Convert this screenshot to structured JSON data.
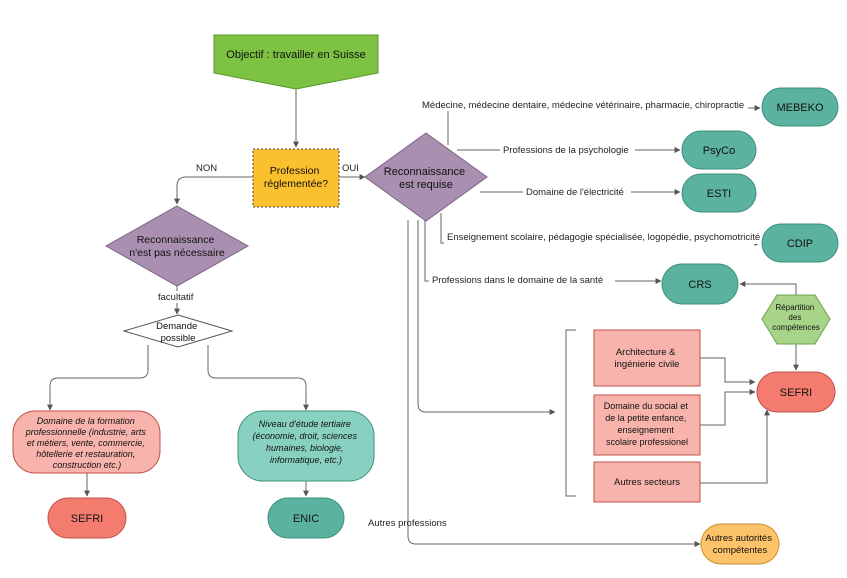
{
  "colors": {
    "green": "#7dc242",
    "yellow": "#fbc02d",
    "purple": "#a98fb0",
    "teal": "#5bb39f",
    "teal_light": "#88d1c1",
    "pink": "#f8b4ac",
    "salmon": "#f47c6f",
    "orange": "#fdc36a",
    "hex_green": "#a8d48a",
    "edge": "#666666"
  },
  "nodes": {
    "start": "Objectif : travailler en Suisse",
    "regulated": [
      "Profession",
      "réglementée?"
    ],
    "not_required": [
      "Reconnaissance",
      "n'est pas nécessaire"
    ],
    "required": [
      "Reconnaissance",
      "est requise"
    ],
    "possible": [
      "Demande",
      "possible"
    ],
    "vocational": [
      "Domaine de la formation",
      "professionnelle (industrie, arts",
      "et métiers, vente, commercie,",
      "hôtellerie et restauration,",
      "construction etc.)"
    ],
    "tertiary": [
      "Niveau d'étude tertiaire",
      "(économie, droit, sciences",
      "humaines, biologie,",
      "informatique, etc.)"
    ],
    "sefri_left": "SEFRI",
    "enic": "ENIC",
    "mebeko": "MEBEKO",
    "psyco": "PsyCo",
    "esti": "ESTI",
    "cdip": "CDIP",
    "crs": "CRS",
    "sefri_right": "SEFRI",
    "repartition": [
      "Répartition",
      "des",
      "compétences"
    ],
    "archi": [
      "Architecture &",
      "ingénierie civile"
    ],
    "social": [
      "Domaine du social et",
      "de la petite enfance,",
      "enseignement",
      "scolaire professionel"
    ],
    "autres_secteurs": "Autres secteurs",
    "autres_autorites": [
      "Autres autorités",
      "compétentes"
    ]
  },
  "edge_labels": {
    "non": "NON",
    "oui": "OUI",
    "facultatif": "facultatif",
    "medecine": "Médecine, médecine dentaire, médecine vétérinaire, pharmacie, chiropractie",
    "psychologie": "Professions de la psychologie",
    "electricite": "Domaine de l'électricité",
    "enseignement": "Enseignement scolaire, pédagogie spécialisée, logopédie, psychomotricité",
    "sante": "Professions dans le domaine de la santé",
    "autres_professions": "Autres professions"
  }
}
